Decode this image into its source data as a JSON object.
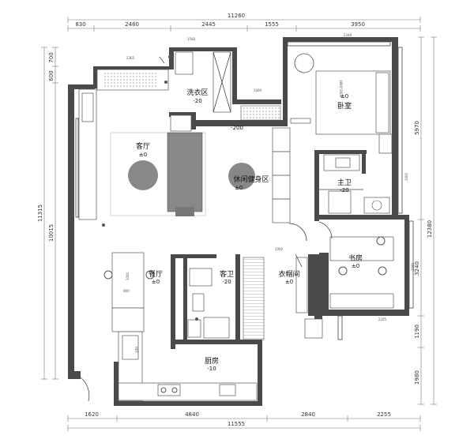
{
  "dimensions": {
    "top_total": "11260",
    "top": [
      "830",
      "2480",
      "2445",
      "1555",
      "3950"
    ],
    "bottom": [
      "1620",
      "4840",
      "2840",
      "2255"
    ],
    "bottom_total": "11555",
    "left_outer": "11315",
    "left_inner": "10015",
    "left_top": [
      "700",
      "600"
    ],
    "right_outer": "12380",
    "right": [
      "5970",
      "3240",
      "1190",
      "1980"
    ],
    "small_labels": [
      "1560",
      "2365",
      "1000",
      "1800*2000",
      "2348",
      "1000",
      "1580",
      "800",
      "1000",
      "2205",
      "1000"
    ]
  },
  "rooms": {
    "laundry": {
      "name": "洗衣区",
      "level": "-20"
    },
    "living": {
      "name": "客厅",
      "level": "±0"
    },
    "leisure": {
      "name": "休闲健身区",
      "level": "±0"
    },
    "bedroom": {
      "name": "卧室",
      "level": "±0"
    },
    "master_bath": {
      "name": "主卫",
      "level": "-20"
    },
    "study": {
      "name": "书房",
      "level": "±0"
    },
    "dining": {
      "name": "餐厅",
      "level": "±0"
    },
    "guest_bath": {
      "name": "客卫",
      "level": "-20"
    },
    "closet": {
      "name": "衣帽间",
      "level": "±0"
    },
    "kitchen": {
      "name": "厨房",
      "level": "-10"
    },
    "corridor": {
      "level": "-200"
    },
    "fridge": "REF"
  }
}
